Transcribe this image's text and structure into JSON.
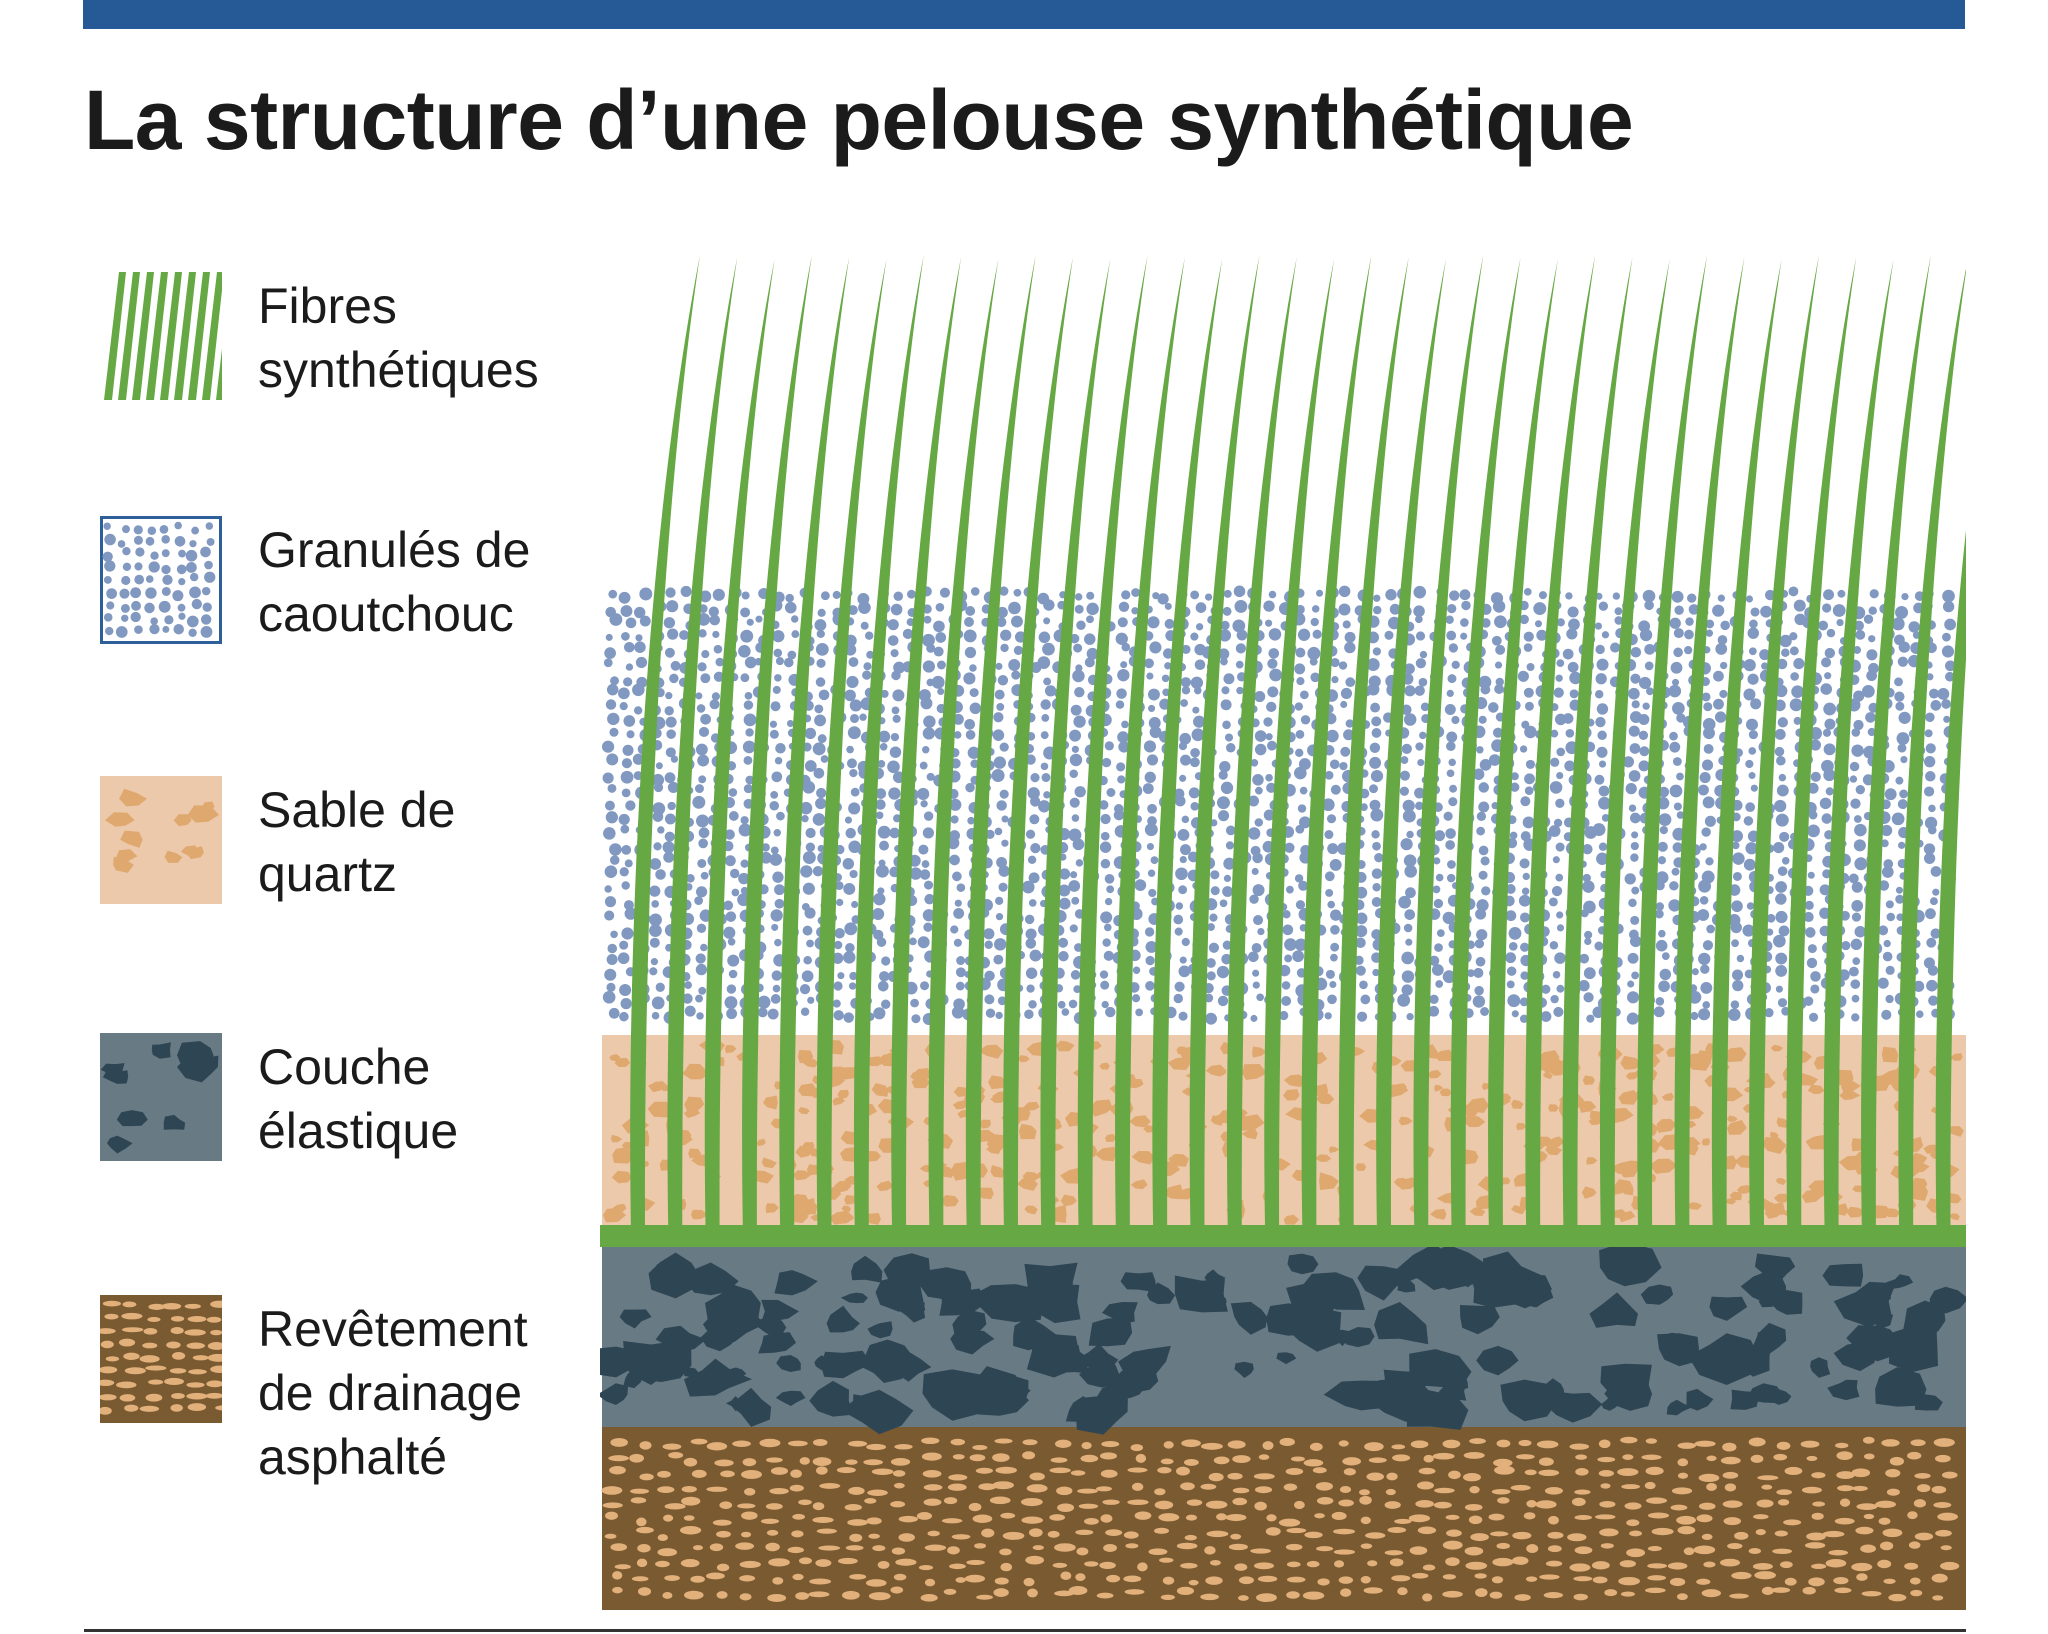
{
  "title": "La structure d’une pelouse synthétique",
  "colors": {
    "header_bar": "#265a97",
    "grass": "#66a843",
    "rubber_background": "#ffffff",
    "rubber_dot": "#8198c0",
    "rubber_swatch_border": "#2d5f9b",
    "sand_background": "#ecc9ab",
    "sand_grain": "#dfa86f",
    "elastic_background": "#687a84",
    "elastic_patch": "#2e4553",
    "drainage_background": "#7a5a31",
    "drainage_grain": "#e2b07a",
    "text": "#1b1b1b",
    "rule": "#333333"
  },
  "legend": [
    {
      "id": "fibres",
      "label": "Fibres\nsynthétiques",
      "swatch": "grass-stripes"
    },
    {
      "id": "granules",
      "label": "Granulés de\ncaoutchouc",
      "swatch": "blue-dots"
    },
    {
      "id": "sable",
      "label": "Sable de\nquartz",
      "swatch": "sand-grains"
    },
    {
      "id": "couche",
      "label": "Couche\nélastique",
      "swatch": "dark-patches"
    },
    {
      "id": "revetement",
      "label": "Revêtement\nde drainage\nasphalté",
      "swatch": "brown-grains"
    }
  ]
}
